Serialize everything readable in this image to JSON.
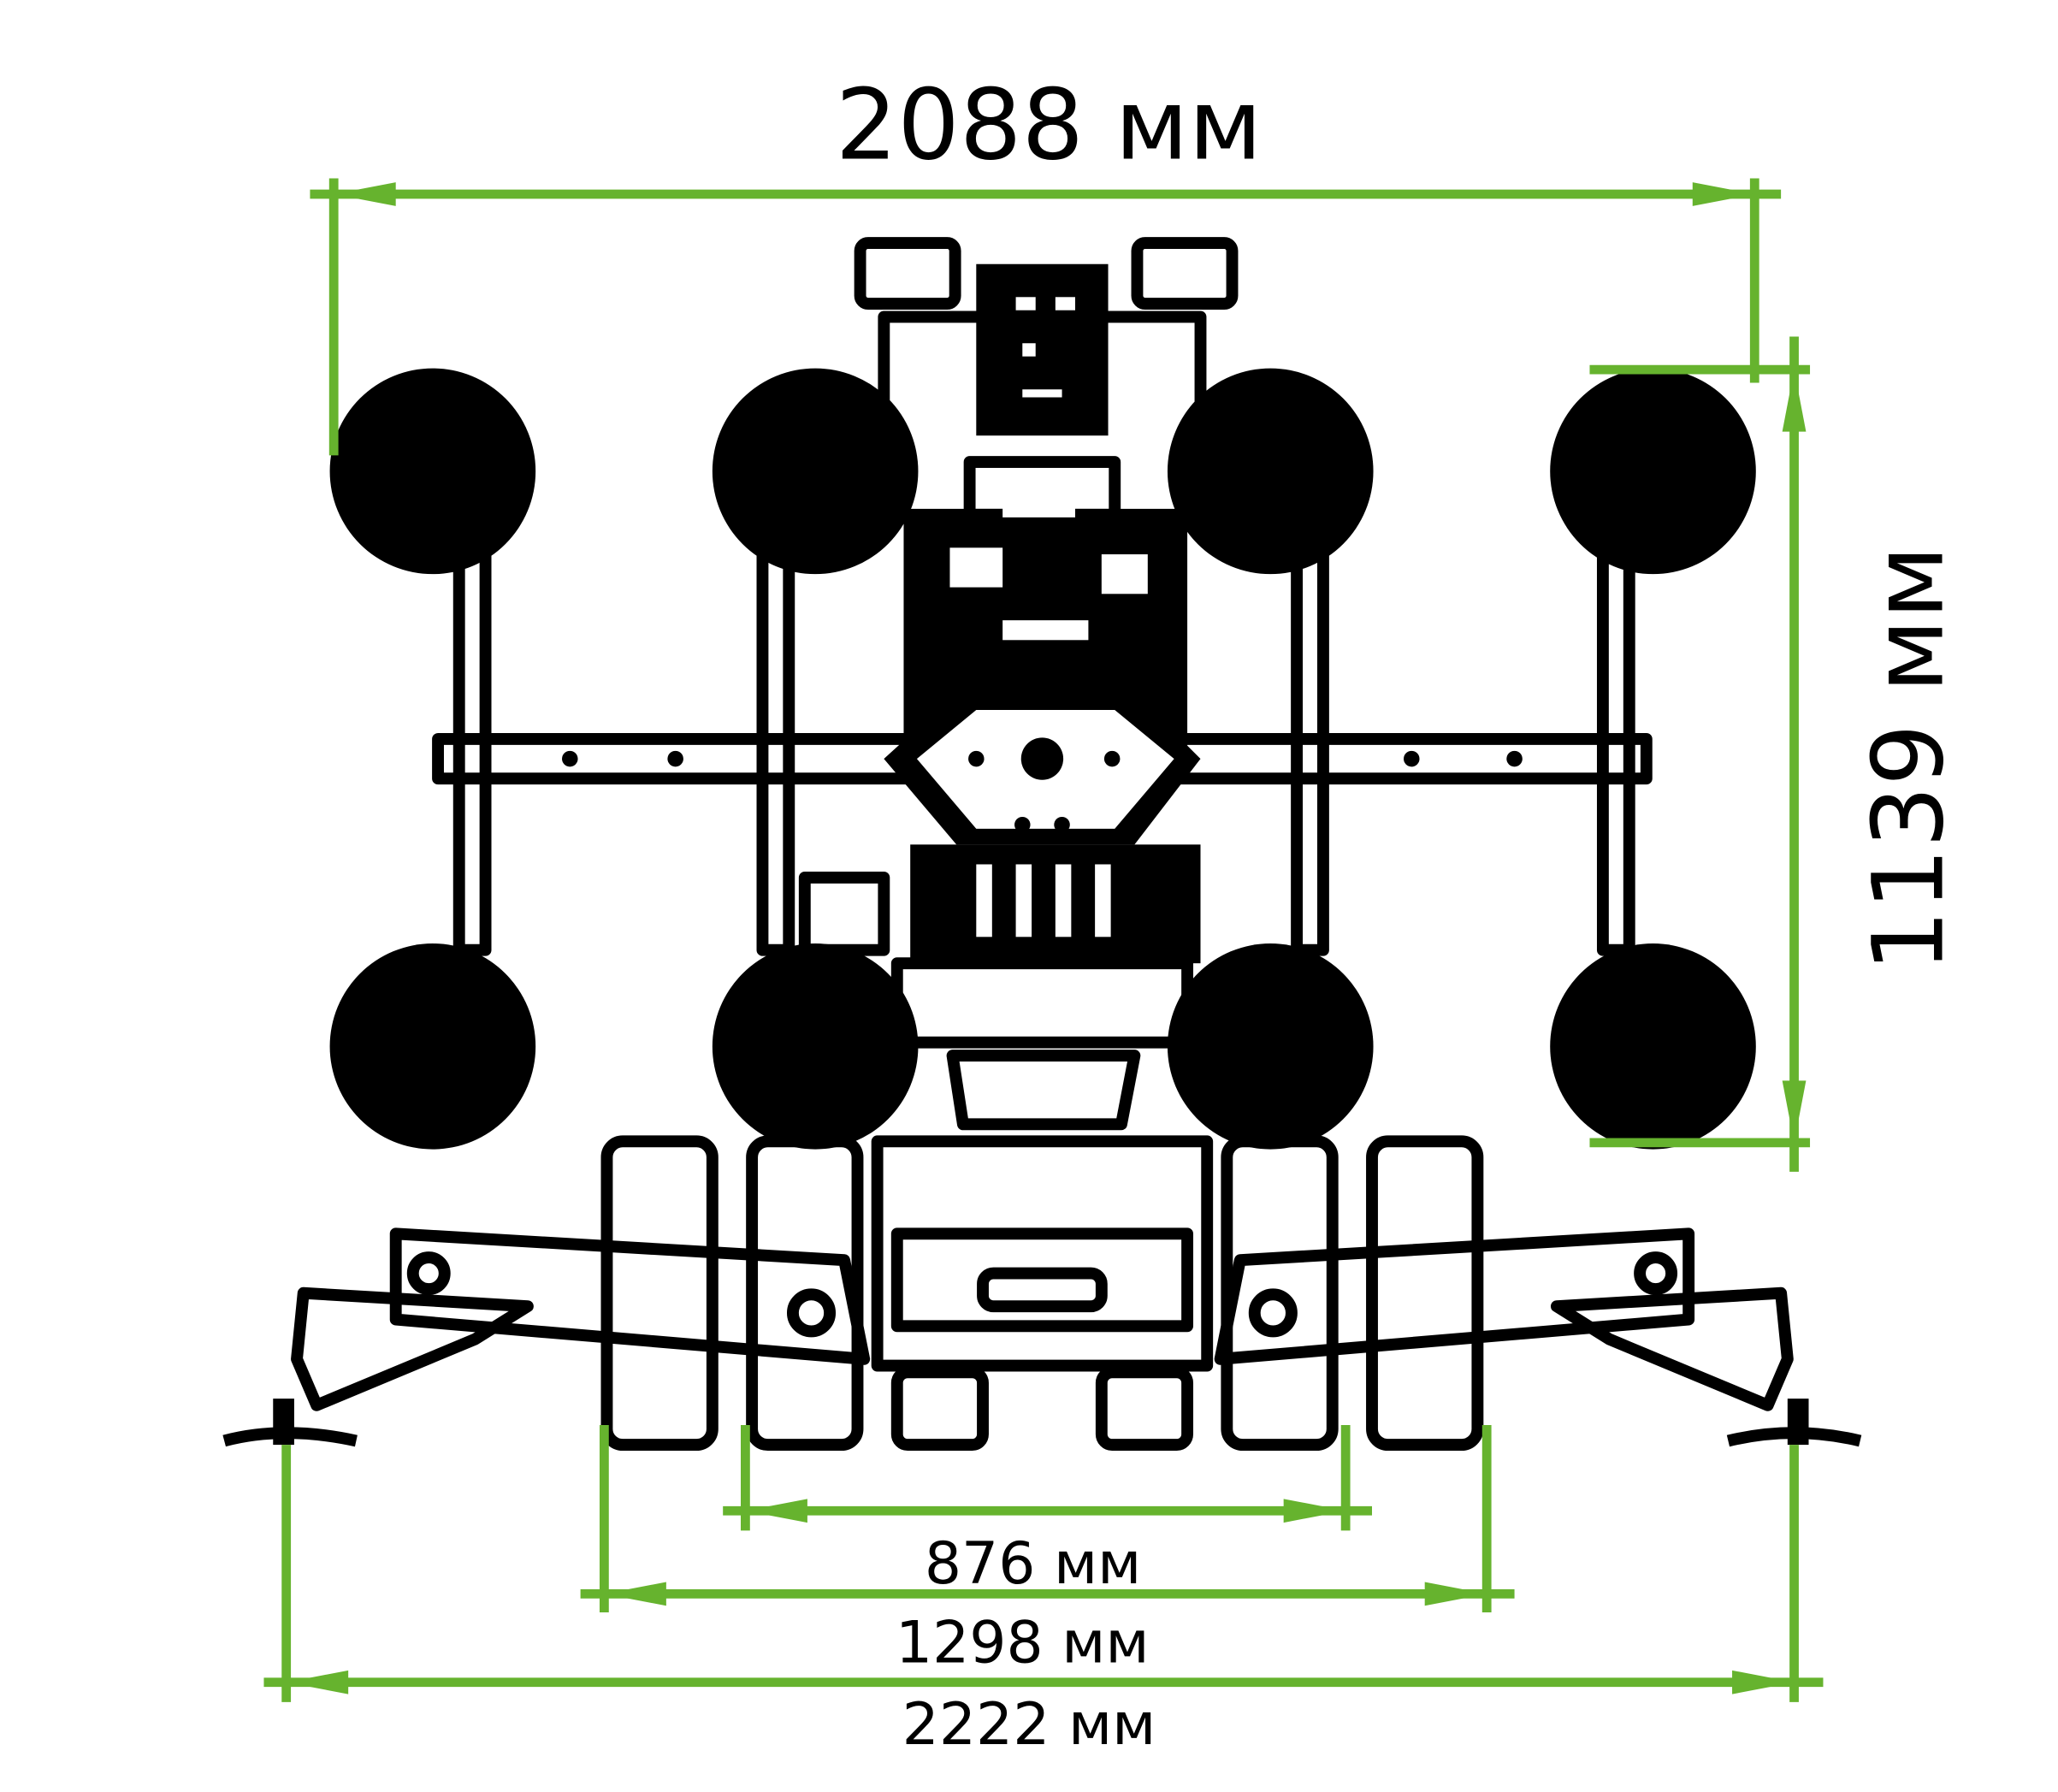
{
  "colors": {
    "dimension_line": "#66b32e",
    "drawing": "#000000",
    "background": "#ffffff"
  },
  "dimensions": {
    "overall_width": "2088 мм",
    "overall_height": "1139 мм",
    "inner_track": "876 мм",
    "middle_track": "1298 мм",
    "outer_support": "2222 мм"
  }
}
